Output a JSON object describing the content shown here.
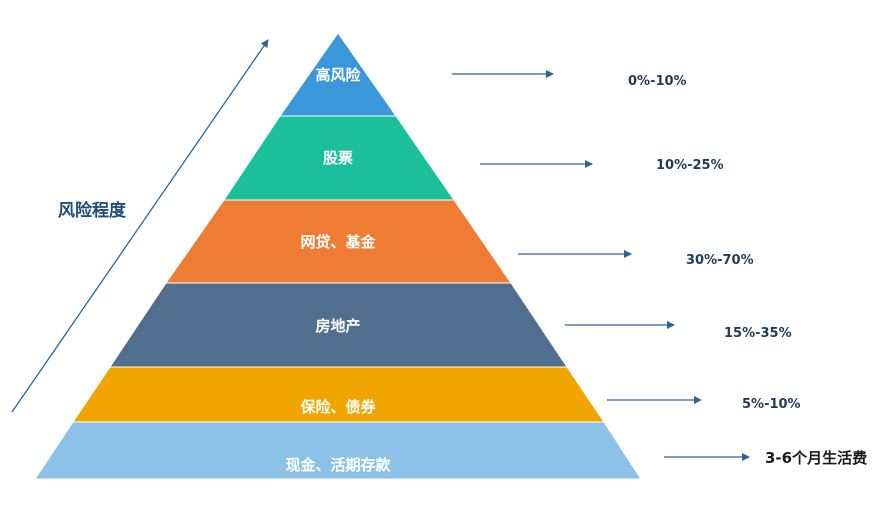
{
  "diagram": {
    "axis_title": "风险程度",
    "tiers": [
      {
        "label": "高风险",
        "range": "0%-10%",
        "color": "#3a97d9"
      },
      {
        "label": "股票",
        "range": "10%-25%",
        "color": "#1bbf9b"
      },
      {
        "label": "网贷、基金",
        "range": "30%-70%",
        "color": "#ee7d33"
      },
      {
        "label": "房地产",
        "range": "15%-35%",
        "color": "#506f8f"
      },
      {
        "label": "保险、债券",
        "range": "5%-10%",
        "color": "#f0a500"
      },
      {
        "label": "现金、活期存款",
        "range": "3-6个月生活费",
        "color": "#8dc2e8"
      }
    ],
    "arrow_color": "#2e6496"
  }
}
